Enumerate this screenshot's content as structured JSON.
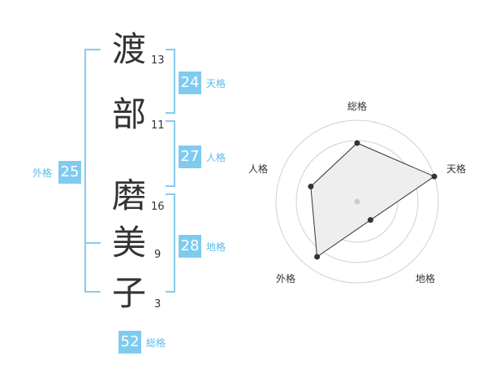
{
  "name_chars": [
    {
      "char": "渡",
      "strokes": "13"
    },
    {
      "char": "部",
      "strokes": "11"
    },
    {
      "char": "磨",
      "strokes": "16"
    },
    {
      "char": "美",
      "strokes": "9"
    },
    {
      "char": "子",
      "strokes": "3"
    }
  ],
  "fortunes": {
    "tenkaku": {
      "value": "24",
      "label": "天格"
    },
    "jinkaku": {
      "value": "27",
      "label": "人格"
    },
    "chikaku": {
      "value": "28",
      "label": "地格"
    },
    "gaikaku": {
      "value": "25",
      "label": "外格"
    },
    "soukaku": {
      "value": "52",
      "label": "総格"
    }
  },
  "colors": {
    "accent": "#7fcbf0",
    "label": "#5bbbe9",
    "text": "#333333"
  },
  "chart_data": {
    "type": "radar",
    "axes": [
      "総格",
      "天格",
      "地格",
      "外格",
      "人格"
    ],
    "values": [
      0.72,
      1.0,
      0.28,
      0.84,
      0.6
    ],
    "rings": 4
  }
}
